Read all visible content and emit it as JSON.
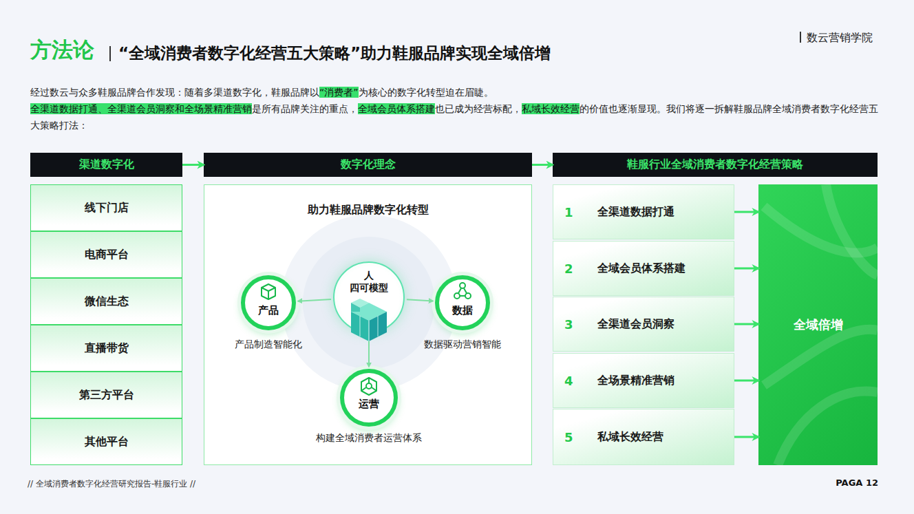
{
  "diagram": {
    "title": "“全域消费者数字化经营五大策略”助力鞋服品牌实现全域倍增",
    "nodes": [
      {
        "text": [
          "渠道数字化"
        ]
      },
      {
        "text": [
          "线下门店"
        ]
      },
      {
        "text": [
          "电商平台"
        ]
      },
      {
        "text": [
          "微信生态"
        ]
      },
      {
        "text": [
          "直播带货"
        ]
      },
      {
        "text": [
          "第三方平台"
        ]
      },
      {
        "text": [
          "其他平台"
        ]
      },
      {
        "text": [
          "数字化理念"
        ]
      },
      {
        "text": [
          "助力鞋服品牌数字化转型"
        ]
      },
      {
        "text": [
          "人",
          "四可模型"
        ],
        "in": 8
      },
      {
        "text": [
          "产品",
          "产品制造智能化"
        ],
        "in": 8
      },
      {
        "text": [
          "数据",
          "数据驱动营销智能"
        ],
        "in": 8
      },
      {
        "text": [
          "运营",
          "构建全域消费者运营体系"
        ],
        "in": 8
      },
      {
        "text": [
          "鞋服行业全域消费者数字化经营策略"
        ]
      },
      {
        "text": [
          "1",
          "全渠道数据打通"
        ]
      },
      {
        "text": [
          "2",
          "全域会员体系搭建"
        ]
      },
      {
        "text": [
          "3",
          "全渠道会员洞察"
        ]
      },
      {
        "text": [
          "4",
          "全场景精准营销"
        ]
      },
      {
        "text": [
          "5",
          "私域长效经营"
        ]
      },
      {
        "text": [
          "全域倍增"
        ]
      }
    ],
    "edges": [
      {
        "from": 0,
        "to": 7,
        "arrow": "to"
      },
      {
        "from": 7,
        "to": 13,
        "arrow": "to"
      },
      {
        "from": 9,
        "to": 10,
        "arrow": "to"
      },
      {
        "from": 9,
        "to": 11,
        "arrow": "to"
      },
      {
        "from": 9,
        "to": 12,
        "arrow": "to"
      },
      {
        "from": 14,
        "to": 19,
        "arrow": "to"
      },
      {
        "from": 15,
        "to": 19,
        "arrow": "to"
      },
      {
        "from": 16,
        "to": 19,
        "arrow": "to"
      },
      {
        "from": 17,
        "to": 19,
        "arrow": "to"
      },
      {
        "from": 18,
        "to": 19,
        "arrow": "to"
      }
    ],
    "labels": [
      "方法论",
      "数云营销学院",
      "经过数云与众多鞋服品牌合作发现：随着多渠道数字化，鞋服品牌以",
      "“消费者”",
      "为核心的数字化转型迫在眉睫。",
      "全渠道数据打通、全渠道会员洞察和全场景精准营销",
      "是所有品牌关注的重点，",
      "全域会员体系搭建",
      "也已成为经营标配，",
      "私域长效经营",
      "的价值也逐渐显现。我们将逐一拆解鞋服品牌全域消费者数字化经营五大策略打法：",
      "// 全域消费者数字化经营研究报告-鞋服行业 //",
      "PAGA 12"
    ]
  }
}
